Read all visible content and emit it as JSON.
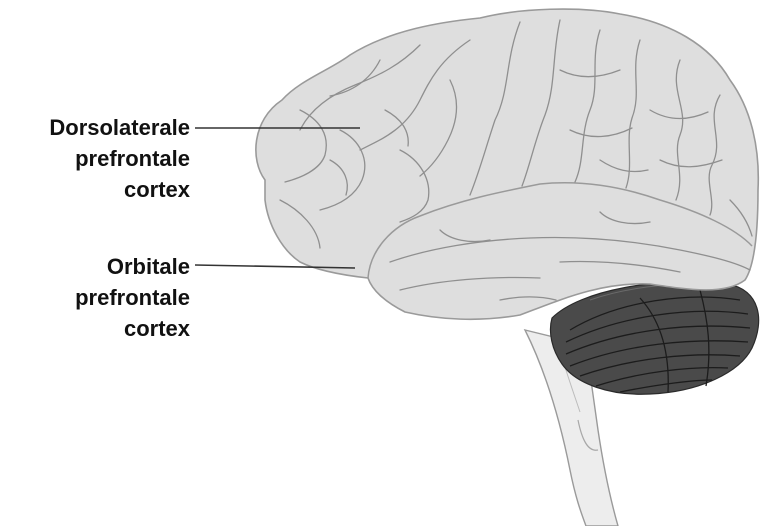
{
  "labels": {
    "dorsolateral": {
      "line1": "Dorsolaterale",
      "line2": "prefrontale",
      "line3": "cortex"
    },
    "orbital": {
      "line1": "Orbitale",
      "line2": "prefrontale",
      "line3": "cortex"
    }
  },
  "colors": {
    "cerebrum_fill": "#dedede",
    "cerebrum_outline": "#9a9a9a",
    "sulci": "#8f8f8f",
    "cerebellum_fill": "#4a4a4a",
    "cerebellum_lines": "#1c1c1c",
    "brainstem_fill": "#ededed",
    "leader_line": "#333333",
    "label_text": "#111111"
  }
}
